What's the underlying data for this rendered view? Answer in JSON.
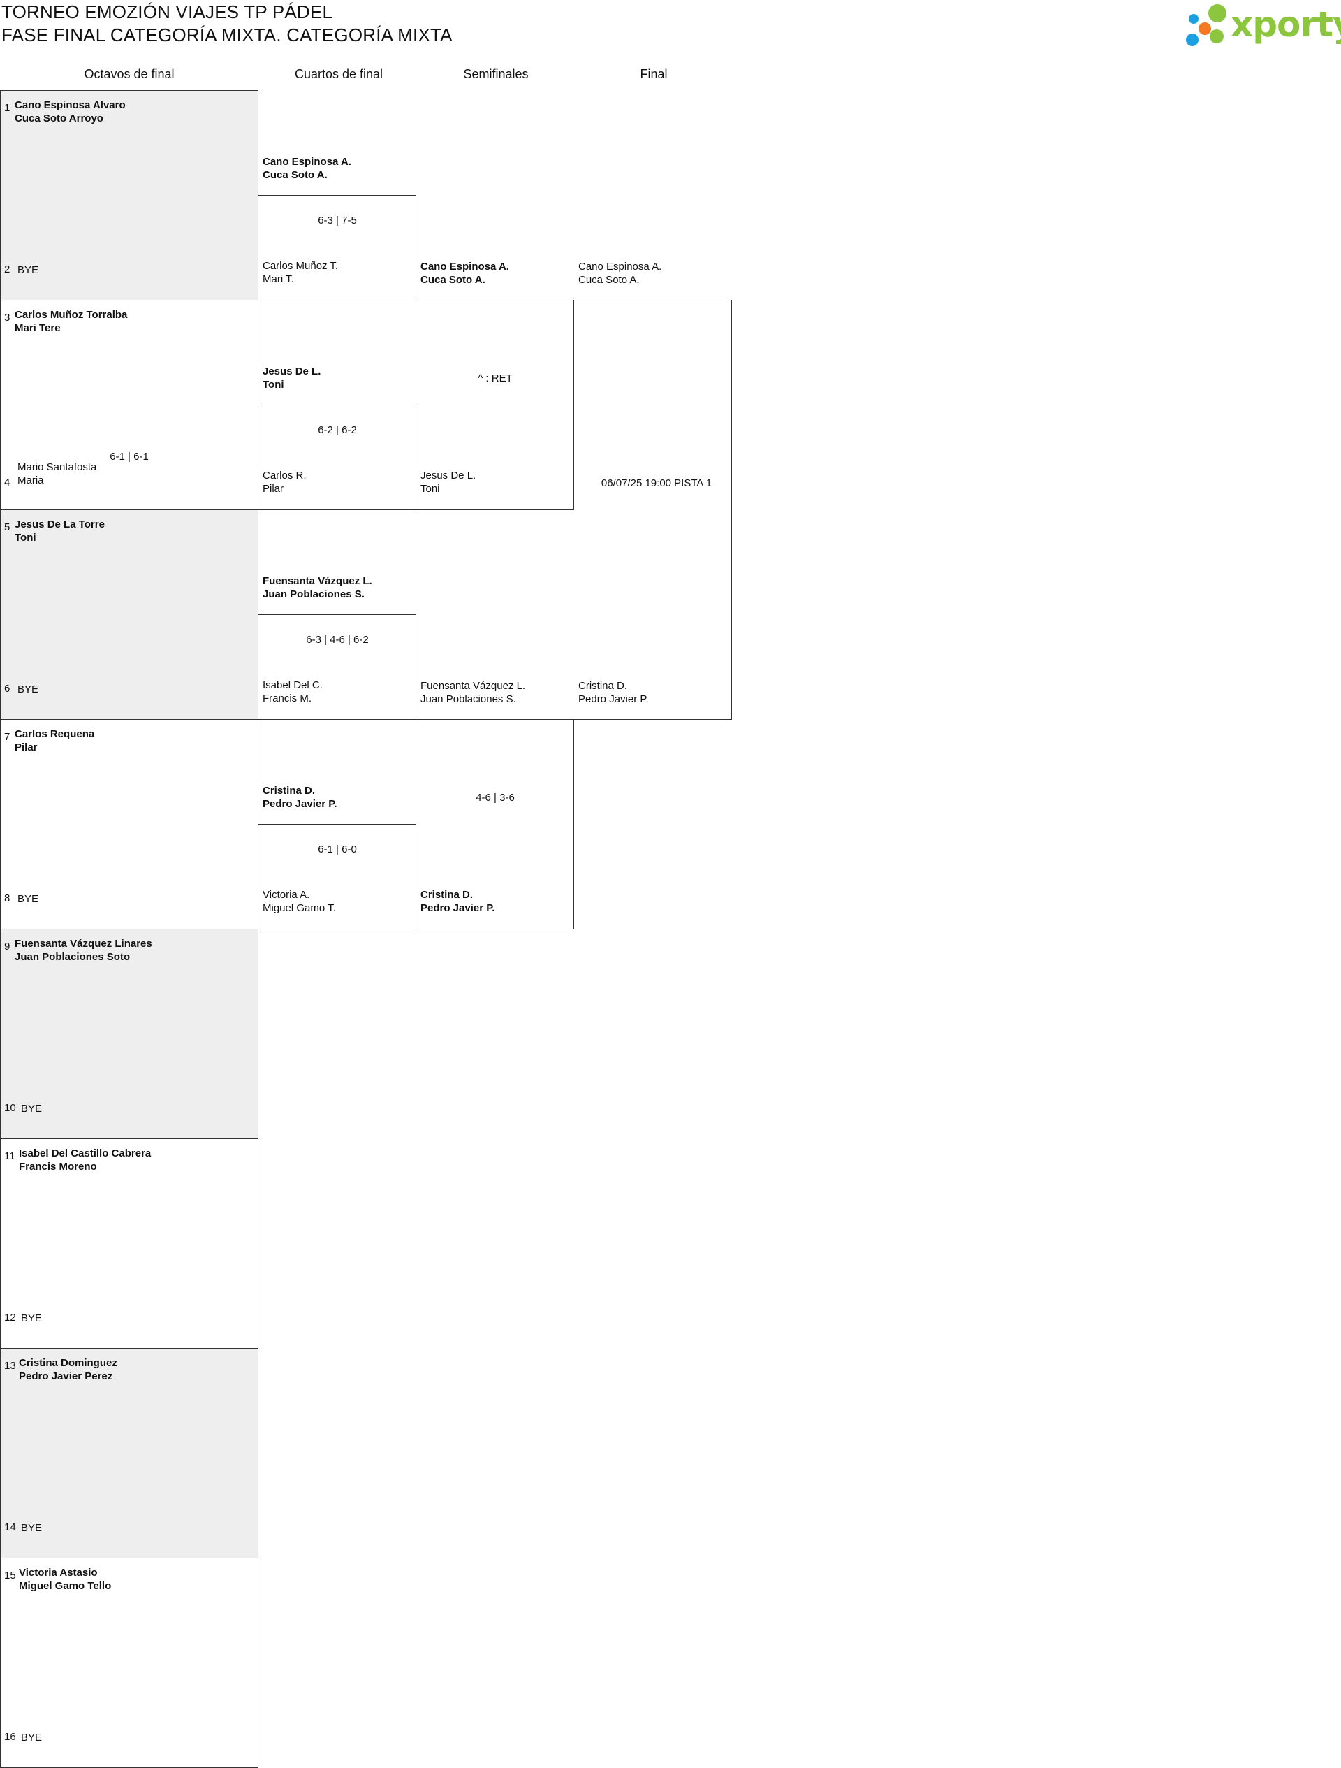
{
  "title": {
    "line1": "TORNEO EMOZIÓN VIAJES TP PÁDEL",
    "line2": "FASE FINAL CATEGORÍA MIXTA. CATEGORÍA MIXTA"
  },
  "logo": {
    "text": "xporty",
    "colors": [
      "#8cc63f",
      "#f47920",
      "#1ba1e2"
    ]
  },
  "rounds": [
    "Octavos de final",
    "Cuartos de final",
    "Semifinales",
    "Final"
  ],
  "r16": [
    {
      "top": {
        "num": "1",
        "p1": "Cano Espinosa Alvaro",
        "p2": "Cuca Soto Arroyo"
      },
      "bottom": {
        "num": "2",
        "p1": "BYE",
        "p2": ""
      },
      "score": ""
    },
    {
      "top": {
        "num": "3",
        "p1": "Carlos Muñoz Torralba",
        "p2": "Mari Tere"
      },
      "bottom": {
        "num": "4",
        "p1": "Mario Santafosta",
        "p2": "Maria"
      },
      "score": "6-1 | 6-1"
    },
    {
      "top": {
        "num": "5",
        "p1": "Jesus De La Torre",
        "p2": "Toni"
      },
      "bottom": {
        "num": "6",
        "p1": "BYE",
        "p2": ""
      },
      "score": ""
    },
    {
      "top": {
        "num": "7",
        "p1": "Carlos Requena",
        "p2": "Pilar"
      },
      "bottom": {
        "num": "8",
        "p1": "BYE",
        "p2": ""
      },
      "score": ""
    },
    {
      "top": {
        "num": "9",
        "p1": "Fuensanta Vázquez Linares",
        "p2": "Juan Poblaciones Soto"
      },
      "bottom": {
        "num": "10",
        "p1": "BYE",
        "p2": ""
      },
      "score": ""
    },
    {
      "top": {
        "num": "11",
        "p1": "Isabel Del Castillo Cabrera",
        "p2": "Francis Moreno"
      },
      "bottom": {
        "num": "12",
        "p1": "BYE",
        "p2": ""
      },
      "score": ""
    },
    {
      "top": {
        "num": "13",
        "p1": "Cristina Dominguez",
        "p2": "Pedro Javier Perez"
      },
      "bottom": {
        "num": "14",
        "p1": "BYE",
        "p2": ""
      },
      "score": ""
    },
    {
      "top": {
        "num": "15",
        "p1": "Victoria Astasio",
        "p2": "Miguel Gamo Tello"
      },
      "bottom": {
        "num": "16",
        "p1": "BYE",
        "p2": ""
      },
      "score": ""
    }
  ],
  "qf": [
    {
      "top": {
        "p1": "Cano Espinosa A.",
        "p2": "Cuca Soto A.",
        "win": true
      },
      "bottom": {
        "p1": "Carlos Muñoz T.",
        "p2": "Mari T.",
        "win": false
      },
      "score": "6-3 | 7-5"
    },
    {
      "top": {
        "p1": "Jesus De L.",
        "p2": "Toni",
        "win": true
      },
      "bottom": {
        "p1": "Carlos R.",
        "p2": "Pilar",
        "win": false
      },
      "score": "6-2 | 6-2"
    },
    {
      "top": {
        "p1": "Fuensanta Vázquez L.",
        "p2": "Juan Poblaciones S.",
        "win": true
      },
      "bottom": {
        "p1": "Isabel Del C.",
        "p2": "Francis M.",
        "win": false
      },
      "score": "6-3 | 4-6 | 6-2"
    },
    {
      "top": {
        "p1": "Cristina D.",
        "p2": "Pedro Javier P.",
        "win": true
      },
      "bottom": {
        "p1": "Victoria A.",
        "p2": "Miguel Gamo T.",
        "win": false
      },
      "score": "6-1 | 6-0"
    }
  ],
  "sf": [
    {
      "top": {
        "p1": "Cano Espinosa A.",
        "p2": "Cuca Soto A.",
        "win": true
      },
      "bottom": {
        "p1": "Jesus De L.",
        "p2": "Toni",
        "win": false
      },
      "score": "^ : RET"
    },
    {
      "top": {
        "p1": "Fuensanta Vázquez L.",
        "p2": "Juan Poblaciones S.",
        "win": false
      },
      "bottom": {
        "p1": "Cristina D.",
        "p2": "Pedro Javier P.",
        "win": true
      },
      "score": "4-6 | 3-6"
    }
  ],
  "final": {
    "top": {
      "p1": "Cano Espinosa A.",
      "p2": "Cuca Soto A.",
      "win": false
    },
    "bottom": {
      "p1": "Cristina D.",
      "p2": "Pedro Javier P.",
      "win": false
    },
    "score": "06/07/25 19:00 PISTA 1"
  }
}
